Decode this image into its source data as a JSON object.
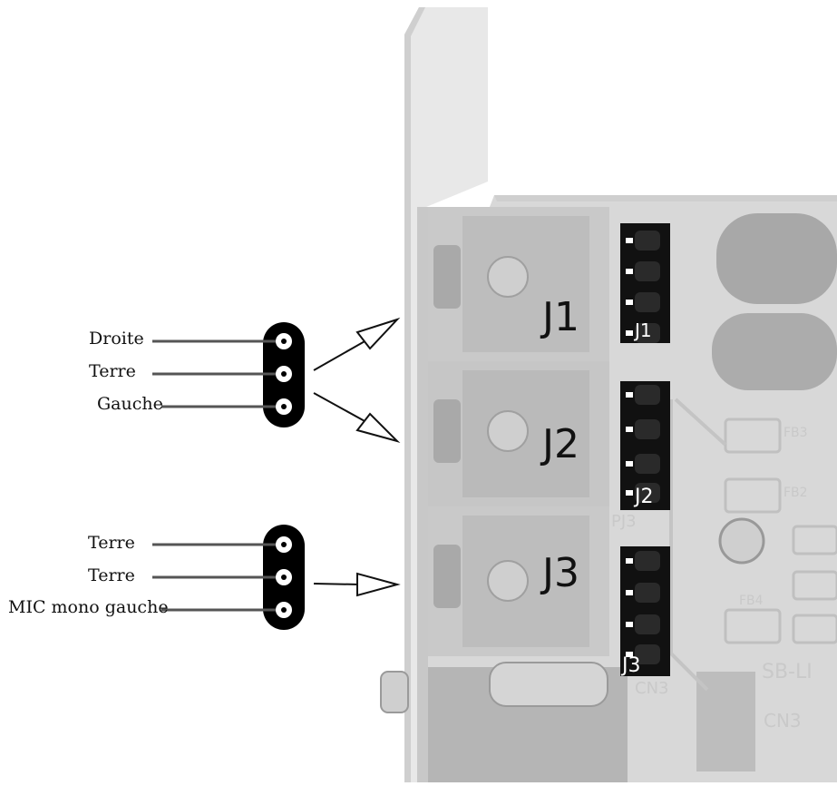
{
  "connectors": [
    {
      "id": "top",
      "pins": [
        {
          "label": "Droite"
        },
        {
          "label": "Terre"
        },
        {
          "label": "Gauche"
        }
      ]
    },
    {
      "id": "bottom",
      "pins": [
        {
          "label": "Terre"
        },
        {
          "label": "Terre"
        },
        {
          "label": "MIC mono gauche"
        }
      ]
    }
  ],
  "jacks": [
    {
      "label": "J1",
      "silk": "J1"
    },
    {
      "label": "J2",
      "silk": "J2"
    },
    {
      "label": "J3",
      "silk": "J3"
    }
  ],
  "board_silkscreen": {
    "cn3": "CN3",
    "cn3_small": "CN3",
    "sb": "SB-LI",
    "pj3": "PJ3",
    "fb3": "FB3",
    "fb2": "FB2",
    "fb4": "FB4"
  },
  "colors": {
    "board": "#d9d9d9",
    "bracket": "#e6e6e6",
    "connector_body": "#000000",
    "lead_line": "#555555"
  }
}
